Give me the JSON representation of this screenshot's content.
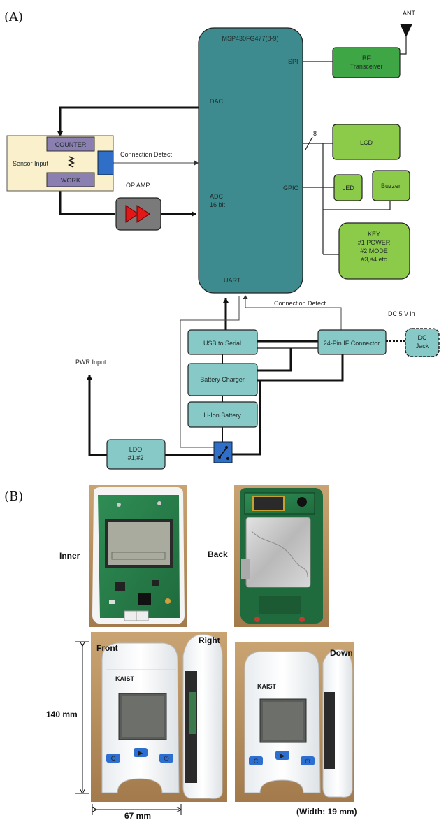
{
  "panel_a_label": "(A)",
  "panel_b_label": "(B)",
  "mcu": {
    "name": "MSP430FG477(8-9)",
    "spi": "SPI",
    "dac": "DAC",
    "adc_l1": "ADC",
    "adc_l2": "16 bit",
    "gpio": "GPIO",
    "uart": "UART"
  },
  "antenna_label": "ANT",
  "rf_l1": "RF",
  "rf_l2": "Transceiver",
  "lcd": "LCD",
  "bus_width": "8",
  "led": "LED",
  "buzzer": "Buzzer",
  "key_lines": [
    "KEY",
    "#1 POWER",
    "#2 MODE",
    "#3,#4 etc"
  ],
  "sensor": {
    "title": "Sensor Input",
    "counter": "COUNTER",
    "work": "WORK"
  },
  "connection_detect_1": "Connection Detect",
  "op_amp": "OP AMP",
  "connection_detect_2": "Connection Detect",
  "dc_in": "DC 5 V in",
  "usb_serial": "USB to Serial",
  "if_connector": "24-Pin IF Connector",
  "dc_jack_l1": "DC",
  "dc_jack_l2": "Jack",
  "battery_charger": "Battery Charger",
  "li_ion": "Li-Ion Battery",
  "pwr_input": "PWR Input",
  "ldo_l1": "LDO",
  "ldo_l2": "#1,#2",
  "photos": {
    "inner": "Inner",
    "back": "Back",
    "front": "Front",
    "right": "Right",
    "down": "Down",
    "height_dim": "140 mm",
    "width_dim": "67 mm",
    "depth_dim": "(Width: 19 mm)",
    "brand": "KAIST",
    "btn_c": "C",
    "btn_play": "▶",
    "btn_power": "⏻"
  }
}
